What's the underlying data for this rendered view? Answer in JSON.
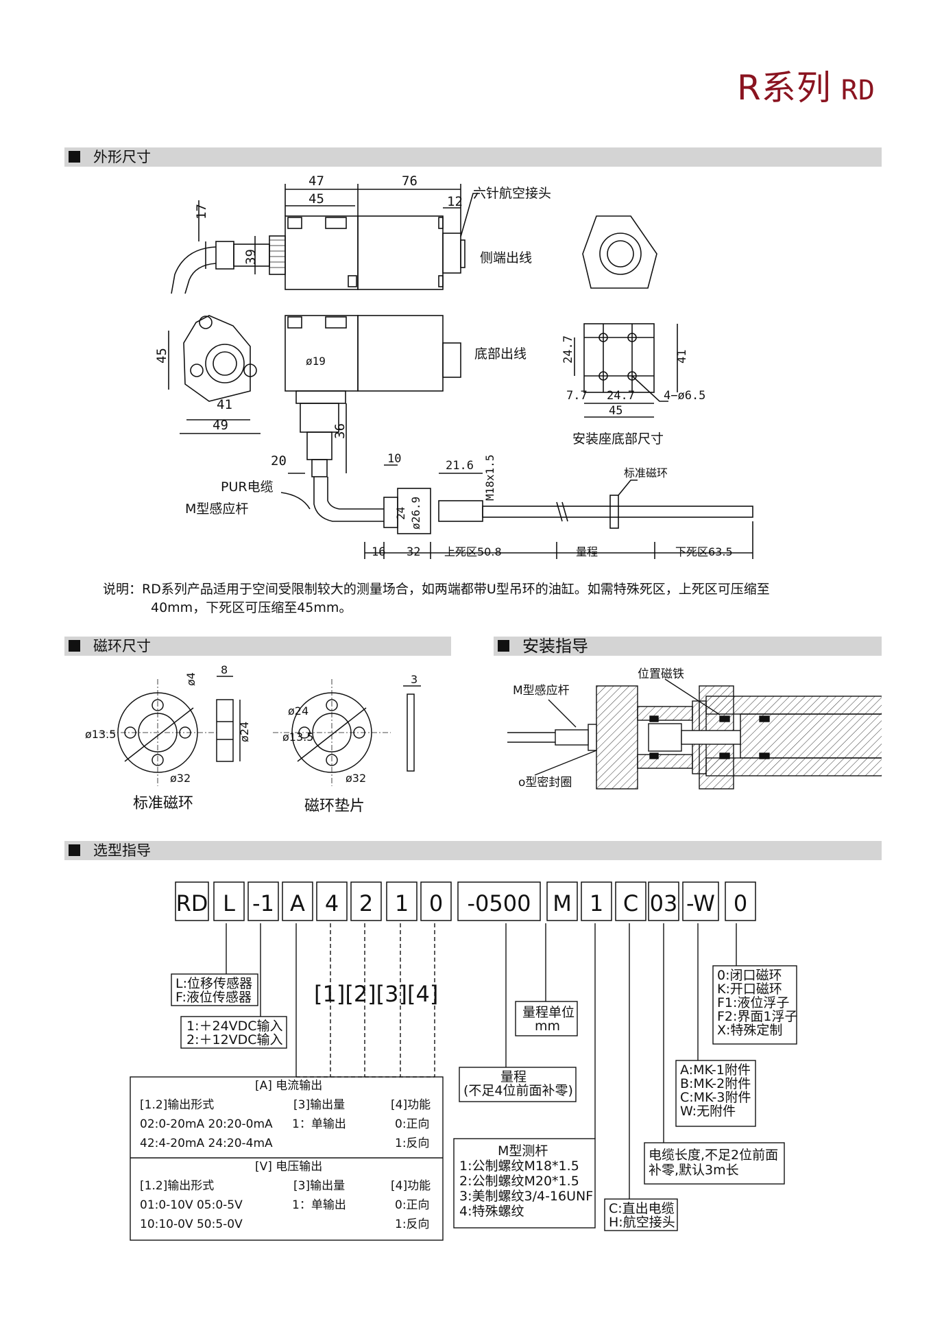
{
  "header": {
    "brand": "R系列",
    "model": "RD"
  },
  "sections": {
    "outline": "外形尺寸",
    "ring": "磁环尺寸",
    "install": "安装指导",
    "select": "选型指导"
  },
  "outline": {
    "dims": {
      "d47": "47",
      "d76": "76",
      "d45": "45",
      "d12": "12",
      "d17": "17",
      "d39": "39",
      "h45": "45",
      "w41": "41",
      "w49": "49",
      "phi19": "ø19",
      "d36": "36",
      "d20": "20",
      "b24_7": "24.7",
      "b41": "41",
      "b7_7": "7.7",
      "b24_7b": "24.7",
      "b45": "45",
      "holes": "4−ø6.5",
      "r10": "10",
      "r21_6": "21.6",
      "m18": "M18x1.5",
      "r24": "24",
      "phi26_9": "ø26.9",
      "r16": "16",
      "r32": "32"
    },
    "labels": {
      "connector": "六针航空接头",
      "side": "侧端出线",
      "bottom": "底部出线",
      "base": "安装座底部尺寸",
      "pur": "PUR电缆",
      "rod": "M型感应杆",
      "magnet": "标准磁环",
      "upper": "上死区50.8",
      "range": "量程",
      "lower": "下死区63.5"
    },
    "note_line1": "说明：RD系列产品适用于空间受限制较大的测量场合，如两端都带U型吊环的油缸。如需特殊死区，上死区可压缩至",
    "note_line2": "40mm，下死区可压缩至45mm。"
  },
  "ring": {
    "std_label": "标准磁环",
    "pad_label": "磁环垫片",
    "d4": "ø4",
    "d8": "8",
    "d24a": "ø24",
    "d13_5a": "ø13.5",
    "d32a": "ø32",
    "d24b": "ø24",
    "d13_5b": "ø13.5",
    "d32b": "ø32",
    "d3": "3"
  },
  "install": {
    "magnet": "位置磁铁",
    "rod": "M型感应杆",
    "oring": "o型密封圈"
  },
  "select": {
    "codes": [
      "RD",
      "L",
      "-1",
      "A",
      "4",
      "2",
      "1",
      "0",
      "-0500",
      "M",
      "1",
      "C",
      "03",
      "-W",
      "0"
    ],
    "brackets": "[1][2][3][4]",
    "type_box": [
      "L:位移传感器",
      "F:液位传感器"
    ],
    "voltage_box": [
      "1:＋24VDC输入",
      "2:＋12VDC输入"
    ],
    "current": {
      "title": "[A]  电流输出",
      "h1": "[1.2]输出形式",
      "h2": "[3]输出量",
      "h3": "[4]功能",
      "r1c1": "02:0-20mA 20:20-0mA",
      "r1c2": "1：单输出",
      "r1c3": "0:正向",
      "r2c1": "42:4-20mA 24:20-4mA",
      "r2c3": "1:反向"
    },
    "voltage": {
      "title": "[V]  电压输出",
      "h1": "[1.2]输出形式",
      "h2": "[3]输出量",
      "h3": "[4]功能",
      "r1c1": "01:0-10V 05:0-5V",
      "r1c2": "1：单输出",
      "r1c3": "0:正向",
      "r2c1": "10:10-0V 50:5-0V",
      "r2c3": "1:反向"
    },
    "unit_box": [
      "量程单位",
      "mm"
    ],
    "range_box": [
      "量程",
      "(不足4位前面补零)"
    ],
    "rod_box": [
      "M型测杆",
      "1:公制螺纹M18*1.5",
      "2:公制螺纹M20*1.5",
      "3:美制螺纹3/4-16UNF",
      "4:特殊螺纹"
    ],
    "conn_box": [
      "C:直出电缆",
      "H:航空接头"
    ],
    "cable_box": [
      "电缆长度,不足2位前面",
      "补零,默认3m长"
    ],
    "acc_box": [
      "A:MK-1附件",
      "B:MK-2附件",
      "C:MK-3附件",
      "W:无附件"
    ],
    "ring_box": [
      "0:闭口磁环",
      "K:开口磁环",
      "F1:液位浮子",
      "F2:界面1浮子",
      "X:特殊定制"
    ]
  }
}
